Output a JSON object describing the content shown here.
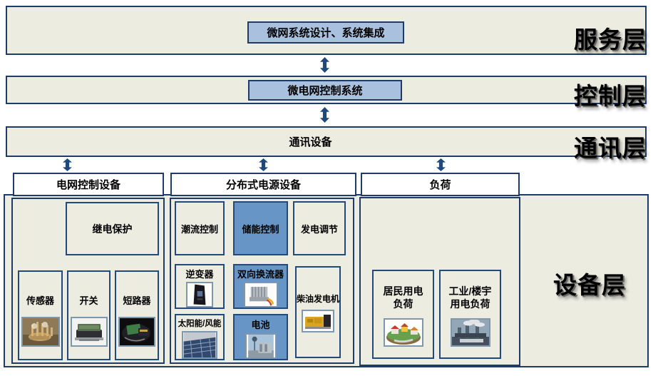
{
  "colors": {
    "band_bg": "#EDECE1",
    "border_navy": "#1F3C68",
    "box_light_blue": "#A9C1DF",
    "box_mid_blue": "#6795C6",
    "arrow_blue": "#1F497D",
    "header_bg": "#FFFFFF"
  },
  "layers": {
    "service": {
      "label": "服务层",
      "center_box": "微网系统设计、系统集成"
    },
    "control": {
      "label": "控制层",
      "center_box": "微电网控制系统"
    },
    "comm": {
      "label": "通讯层",
      "center_text": "通讯设备"
    },
    "device": {
      "label": "设备层"
    }
  },
  "device_layer": {
    "grid_control": {
      "header": "电网控制设备",
      "relay": {
        "label": "继电保护"
      },
      "items": [
        {
          "label": "传感器",
          "icon": "sensor-photo"
        },
        {
          "label": "开关",
          "icon": "switch-photo"
        },
        {
          "label": "短路器",
          "icon": "breaker-photo"
        }
      ]
    },
    "distributed_power": {
      "header": "分布式电源设备",
      "controls": [
        {
          "label": "潮流控制",
          "highlighted": false
        },
        {
          "label": "储能控制",
          "highlighted": true
        },
        {
          "label": "发电调节",
          "highlighted": false
        }
      ],
      "equipment": [
        {
          "label": "逆变器",
          "highlighted": false,
          "icon": "inverter-photo"
        },
        {
          "label": "双向换流器",
          "highlighted": true,
          "icon": "converter-photo"
        },
        {
          "label": "太阳能/风能",
          "highlighted": false,
          "icon": "solar-wind-photo"
        },
        {
          "label": "电池",
          "highlighted": true,
          "icon": "battery-station-photo"
        },
        {
          "label": "柴油发电机",
          "highlighted": false,
          "icon": "diesel-generator-photo"
        }
      ]
    },
    "load": {
      "header": "负荷",
      "items": [
        {
          "line1": "居民用电",
          "line2": "负荷",
          "icon": "residential-load-photo"
        },
        {
          "line1": "工业/楼宇",
          "line2": "用电负荷",
          "icon": "industrial-load-photo"
        }
      ]
    }
  }
}
